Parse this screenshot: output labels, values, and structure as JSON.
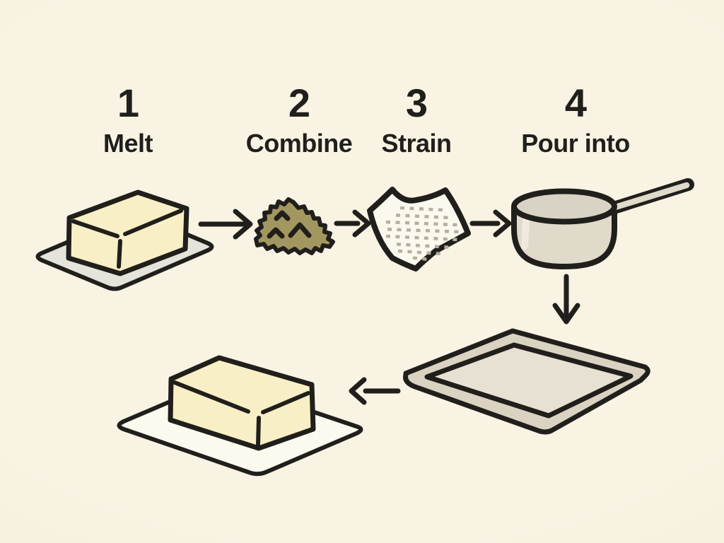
{
  "diagram": {
    "kind": "process-infographic",
    "subject": "butter infusion steps",
    "steps": [
      {
        "number": "1",
        "label": "Melt",
        "icon": "butter-stick-on-dish-icon"
      },
      {
        "number": "2",
        "label": "Combine",
        "icon": "herb-pile-icon"
      },
      {
        "number": "3",
        "label": "Strain",
        "icon": "cheesecloth-icon"
      },
      {
        "number": "4",
        "label": "Pour into",
        "icon": "saucepan-icon"
      }
    ],
    "extra_items": [
      {
        "icon": "baking-tray-icon"
      },
      {
        "icon": "butter-block-on-parchment-icon"
      }
    ],
    "arrows": [
      "arrow-right-icon",
      "arrow-right-icon",
      "arrow-right-icon",
      "arrow-down-icon",
      "arrow-left-icon"
    ]
  },
  "colors": {
    "background": "#f8f2e3",
    "background_edge": "#f0e9d4",
    "ink": "#201f1b",
    "butter": "#f9efc6",
    "dish": "#e6e3da",
    "herbs": "#a39760",
    "cloth": "#fbf8ee",
    "mesh": "#b5afa2",
    "pan_body": "#e0dacb",
    "pan_top": "#d9d3c5",
    "pan_highlight": "#efeadd",
    "tray_rim": "#dad3c2",
    "tray_inner": "#e7e1d3",
    "parchment": "#fcf9ee"
  }
}
